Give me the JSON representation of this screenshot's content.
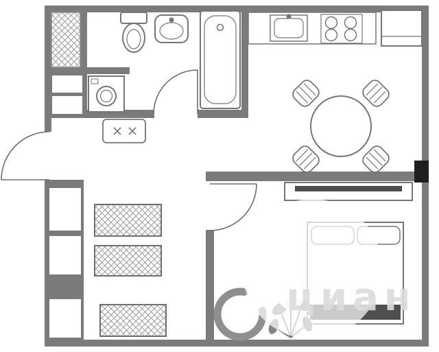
{
  "watermark": {
    "text": "циан"
  },
  "colors": {
    "wall": "#7b7b7b",
    "window_block": "#1f1f1f",
    "line": "#757575",
    "furniture_dark": "#4d4d4d",
    "watermark_text": "#dcdcdc",
    "background": "#ffffff"
  },
  "floor_plan": {
    "type": "apartment-floor-plan-1-room",
    "rooms": [
      {
        "name": "bathroom",
        "items": [
          "toilet",
          "washbasin",
          "bathtub",
          "washing-machine",
          "ventilation-shaft"
        ]
      },
      {
        "name": "kitchen",
        "items": [
          "kitchen-counter",
          "kitchen-sink",
          "stove-4-burners",
          "kitchen-cabinet",
          "round-dining-table",
          "chair",
          "chair",
          "chair",
          "chair"
        ]
      },
      {
        "name": "hallway",
        "items": [
          "doormat",
          "wardrobe",
          "wardrobe",
          "wardrobe"
        ]
      },
      {
        "name": "bedroom",
        "items": [
          "tv-console",
          "tv",
          "double-bed",
          "pillow",
          "pillow",
          "armchair",
          "plant"
        ]
      }
    ],
    "doors": [
      {
        "name": "entrance-door",
        "swing": "outward-left"
      },
      {
        "name": "bathroom-door",
        "swing": "into-bathroom"
      },
      {
        "name": "bedroom-door",
        "swing": "into-bedroom"
      }
    ]
  }
}
